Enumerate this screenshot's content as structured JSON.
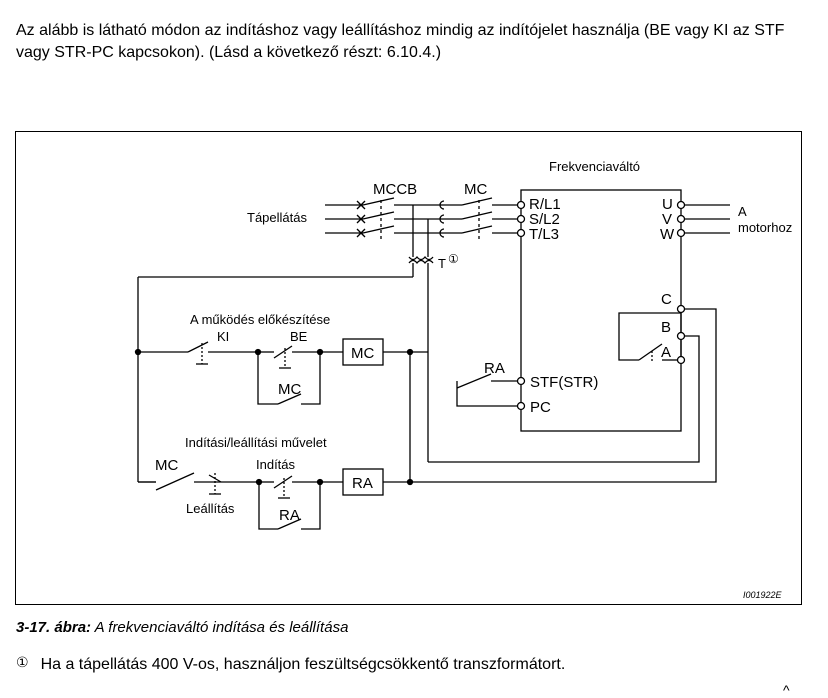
{
  "intro_text": "Az alább is látható módon az indításhoz vagy leállításhoz mindig az indítójelet használja (BE vagy KI az STF vagy STR-PC kapcsokon). (Lásd a következő részt: 6.10.4.)",
  "diagram": {
    "inverter_label": "Frekvenciaváltó",
    "mccb_label": "MCCB",
    "mc_label": "MC",
    "supply_label": "Tápellátás",
    "input_terminals": [
      "R/L1",
      "S/L2",
      "T/L3"
    ],
    "output_terminals": [
      "U",
      "V",
      "W"
    ],
    "motor_label_line1": "A",
    "motor_label_line2": "motorhoz",
    "transformer_label": "T",
    "footnote_ref": "①",
    "relay_terminals": [
      "C",
      "B",
      "A"
    ],
    "ra_label": "RA",
    "stf_label": "STF(STR)",
    "pc_label": "PC",
    "prep_title": "A működés előkészítése",
    "ki_label": "KI",
    "be_label": "BE",
    "mc_holding_label": "MC",
    "mc_coil_label": "MC",
    "run_title": "Indítási/leállítási művelet",
    "mc_contact_label": "MC",
    "start_label": "Indítás",
    "stop_label": "Leállítás",
    "ra_holding_label": "RA",
    "ra_coil_label": "RA",
    "figure_code": "I001922E"
  },
  "caption": {
    "number": "3-17. ábra:",
    "text": " A frekvenciaváltó indítása és leállítása"
  },
  "footnote": {
    "marker": "①",
    "text": "Ha a tápellátás 400 V-os, használjon feszültségcsökkentő transzformátort."
  },
  "page_mark": "^"
}
